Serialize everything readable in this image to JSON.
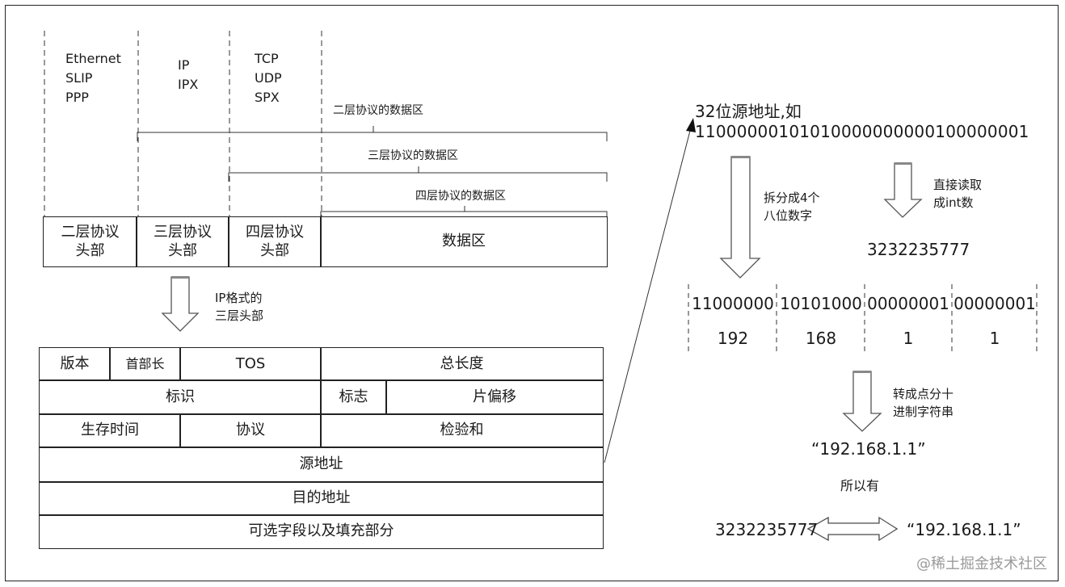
{
  "layers": {
    "l2_protocols": [
      "Ethernet",
      "SLIP",
      "PPP"
    ],
    "l3_protocols": [
      "IP",
      "IPX"
    ],
    "l4_protocols": [
      "TCP",
      "UDP",
      "SPX"
    ],
    "brace_l2": "二层协议的数据区",
    "brace_l3": "三层协议的数据区",
    "brace_l4": "四层协议的数据区"
  },
  "frame": {
    "l2_header": [
      "二层协议",
      "头部"
    ],
    "l3_header": [
      "三层协议",
      "头部"
    ],
    "l4_header": [
      "四层协议",
      "头部"
    ],
    "data": "数据区"
  },
  "ip_arrow_label": [
    "IP格式的",
    "三层头部"
  ],
  "ip_header": {
    "version": "版本",
    "ihl": "首部长",
    "tos": "TOS",
    "total_length": "总长度",
    "identification": "标识",
    "flags": "标志",
    "fragment_offset": "片偏移",
    "ttl": "生存时间",
    "protocol": "协议",
    "checksum": "检验和",
    "src": "源地址",
    "dst": "目的地址",
    "options": "可选字段以及填充部分"
  },
  "right": {
    "title": "32位源地址,如",
    "binary": "11000000101010000000000100000001",
    "split_label": [
      "拆分成4个",
      "八位数字"
    ],
    "direct_label": [
      "直接读取",
      "成int数"
    ],
    "int_value": "3232235777",
    "octets_bin": [
      "11000000",
      "10101000",
      "00000001",
      "00000001"
    ],
    "octets_dec": [
      "192",
      "168",
      "1",
      "1"
    ],
    "convert_label": [
      "转成点分十",
      "进制字符串"
    ],
    "dotted": "“192.168.1.1”",
    "so": "所以有",
    "eq_left": "3232235777",
    "eq_right": "“192.168.1.1”"
  },
  "watermark": "@稀土掘金技术社区"
}
